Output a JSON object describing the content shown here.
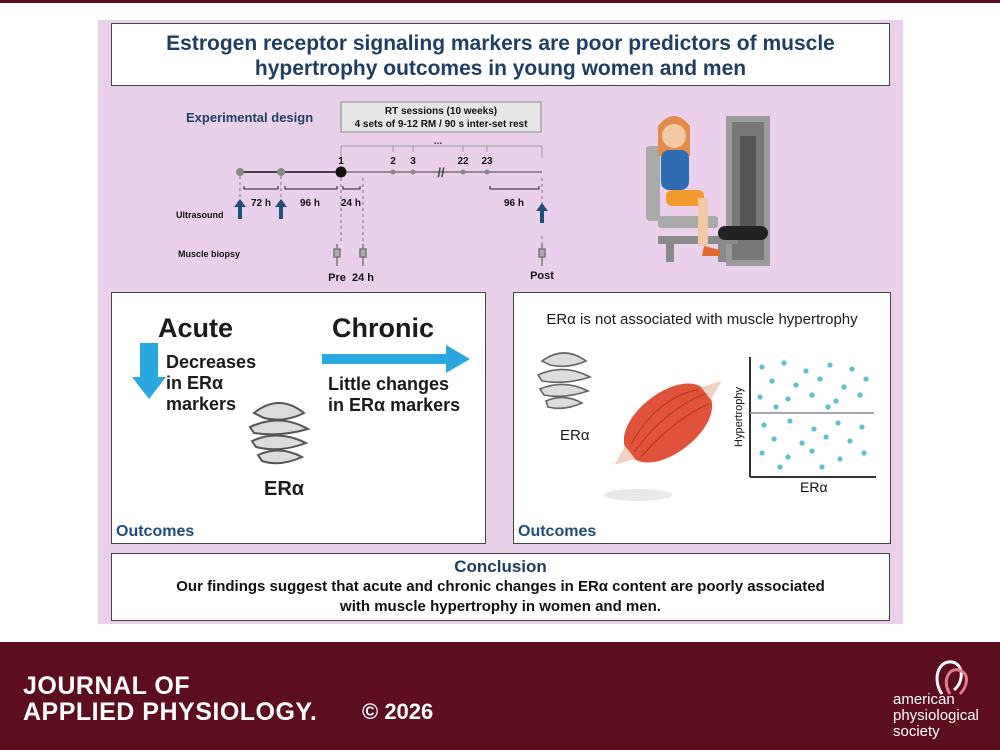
{
  "title": "Estrogen receptor signaling markers are poor predictors of muscle hypertrophy outcomes in young women and men",
  "design": {
    "heading": "Experimental design",
    "rt_line1": "RT sessions (10 weeks)",
    "rt_line2": "4 sets of 9-12 RM / 90 s inter-set rest",
    "ellipsis": "...",
    "sessions": [
      "1",
      "2",
      "3",
      "22",
      "23"
    ],
    "break_mark": "//",
    "intervals": [
      "72 h",
      "96 h",
      "24 h",
      "96 h"
    ],
    "ultrasound_label": "Ultrasound",
    "biopsy_label": "Muscle biopsy",
    "biopsy_times": [
      "Pre",
      "24 h",
      "Post"
    ]
  },
  "acute": {
    "heading": "Acute",
    "desc": [
      "Decreases",
      "in ERα",
      "markers"
    ]
  },
  "chronic": {
    "heading": "Chronic",
    "desc": [
      "Little changes",
      "in ERα markers"
    ]
  },
  "protein_label": "ERα",
  "right_panel": {
    "heading": "ERα is not associated with muscle hypertrophy",
    "protein_label": "ERα",
    "y_axis": "Hypertrophy",
    "x_axis": "ERα"
  },
  "outcomes_label": "Outcomes",
  "conclusion": {
    "heading": "Conclusion",
    "line1": "Our findings suggest that acute and chronic changes in ERα content are poorly associated",
    "line2": "with muscle hypertrophy in women and men."
  },
  "footer": {
    "journal_line1": "JOURNAL OF",
    "journal_line2": "APPLIED PHYSIOLOGY.",
    "copyright": "© 2026",
    "society_lines": [
      "american",
      "physiological",
      "society"
    ]
  },
  "colors": {
    "panel_bg": "#ebd0ec",
    "footer_bg": "#5c0d1e",
    "title_text": "#1e3f63",
    "arrow_blue": "#29a8e0",
    "muscle_red": "#e0533a",
    "scatter_dot": "#5cc3cc"
  }
}
